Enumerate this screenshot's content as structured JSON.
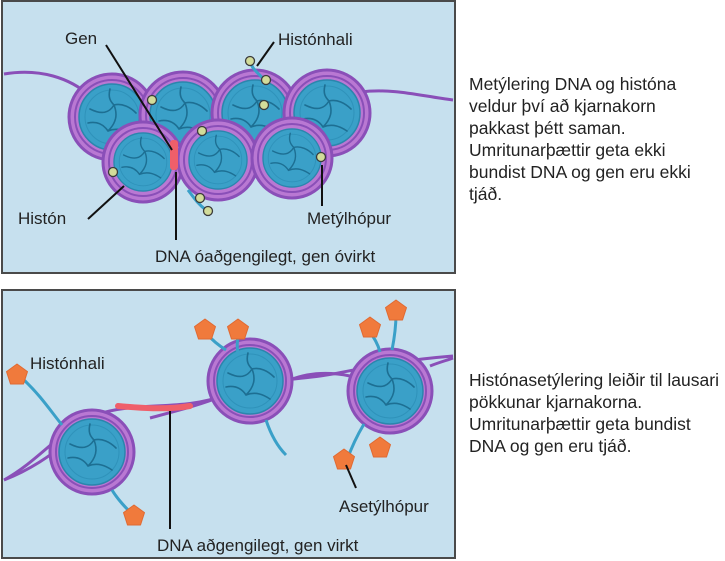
{
  "colors": {
    "panel_bg": "#c6e0ee",
    "panel_border": "#4a4a4a",
    "dna_strand": "#8a4fb8",
    "histone_core": "#3aa0c8",
    "histone_ring": "#b978d3",
    "inactive_region": "#ef5f6a",
    "methyl_group": "#d2dc9a",
    "acetyl_group": "#f07a3c"
  },
  "icons": [
    "nucleosome-icon",
    "methyl-group-icon",
    "acetyl-group-icon",
    "histone-tail-icon"
  ],
  "top_panel": {
    "labels": {
      "gen": "Gen",
      "histone_tail": "Histónhali",
      "histone": "Histón",
      "methyl_group": "Metýlhópur",
      "dna_state": "DNA óaðgengilegt, gen óvirkt"
    },
    "description": "Metýlering DNA og históna veldur því að kjarnakorn pakkast þétt saman. Umritunarþættir geta ekki bundist DNA og gen eru ekki tjáð."
  },
  "bottom_panel": {
    "labels": {
      "histone_tail": "Histónhali",
      "acetyl_group": "Asetýlhópur",
      "dna_state": "DNA aðgengilegt, gen virkt"
    },
    "description": "Histónasetýlering leiðir til lausari pökkunar kjarnakorna. Umritunarþættir geta bundist DNA og gen eru tjáð."
  }
}
